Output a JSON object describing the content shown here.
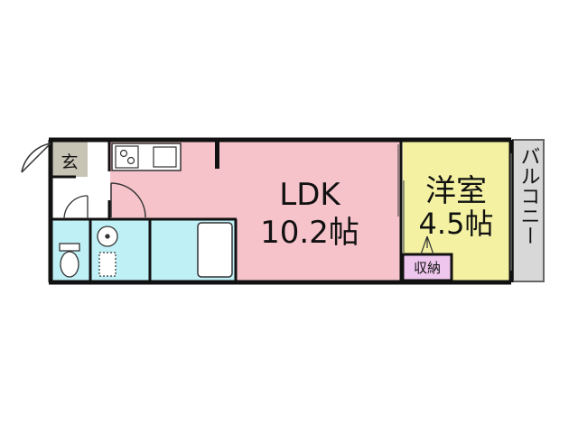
{
  "rooms": {
    "genkan": {
      "label": "玄"
    },
    "ldk": {
      "name": "LDK",
      "size": "10.2帖"
    },
    "western": {
      "name": "洋室",
      "size": "4.5帖"
    },
    "storage": {
      "label": "収納"
    },
    "balcony": {
      "label": "バルコニー"
    }
  },
  "colors": {
    "ldk": "#f6c3cb",
    "western": "#f4f2a2",
    "storage": "#efc6ee",
    "wet_area": "#bff0f6",
    "genkan": "#c7c3b5",
    "balcony": "#d8d8d8",
    "wall": "#111111"
  }
}
